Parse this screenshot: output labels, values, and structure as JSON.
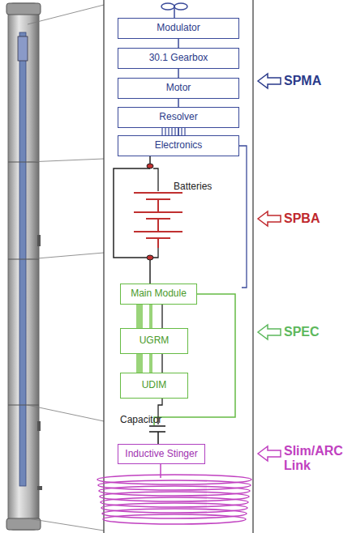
{
  "diagram": {
    "nodes": [
      {
        "text": [
          "Modulator"
        ]
      },
      {
        "text": [
          "30.1 Gearbox"
        ]
      },
      {
        "text": [
          "Motor"
        ]
      },
      {
        "text": [
          "Resolver"
        ]
      },
      {
        "text": [
          "Electronics"
        ]
      },
      {
        "text": [
          "Main Module"
        ]
      },
      {
        "text": [
          "UGRM"
        ]
      },
      {
        "text": [
          "UDIM"
        ]
      },
      {
        "text": [
          "Inductive Stinger"
        ]
      }
    ],
    "edges": [
      {
        "from": 0,
        "to": 1,
        "arrow": "none"
      },
      {
        "from": 1,
        "to": 2,
        "arrow": "none"
      },
      {
        "from": 2,
        "to": 3,
        "arrow": "none"
      },
      {
        "from": 3,
        "to": 4,
        "arrow": "none"
      },
      {
        "from": 5,
        "to": 6,
        "arrow": "none"
      },
      {
        "from": 6,
        "to": 7,
        "arrow": "none"
      }
    ],
    "labels": [
      "Batteries",
      "Capacitor",
      "SPMA",
      "SPBA",
      "SPEC",
      "Slim/ARC Link"
    ]
  }
}
